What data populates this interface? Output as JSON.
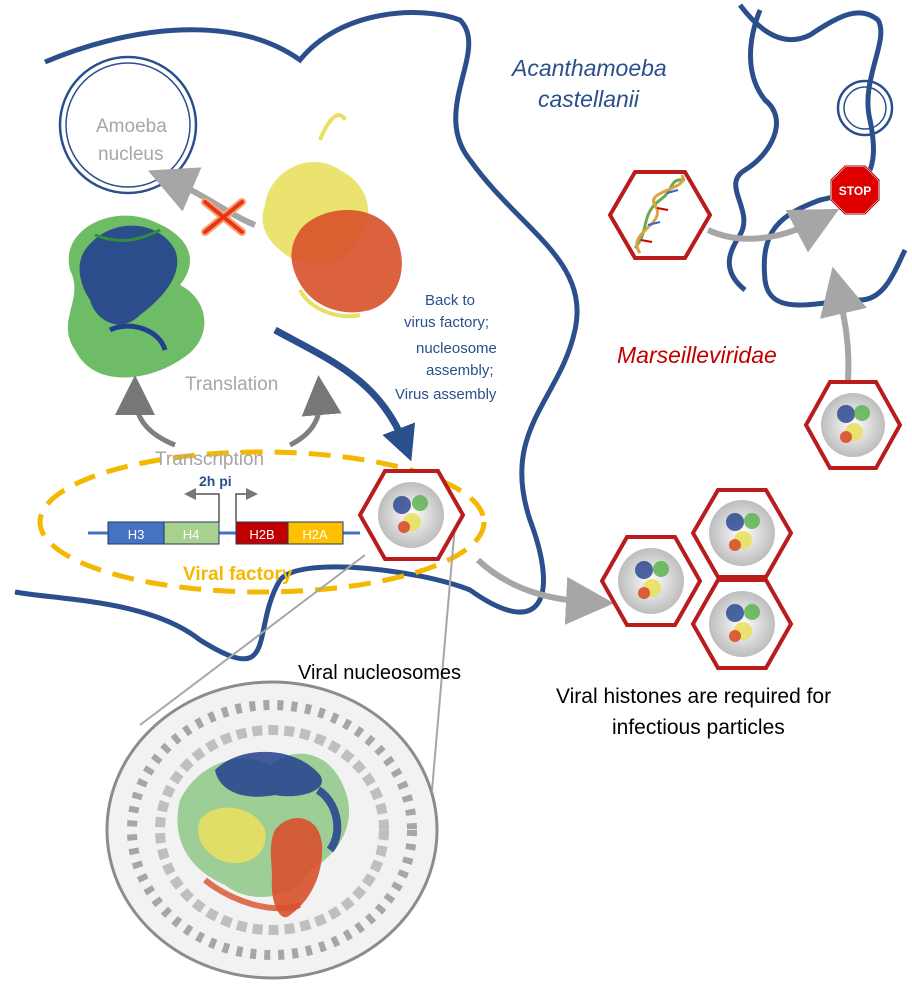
{
  "labels": {
    "host_name_line1": "Acanthamoeba",
    "host_name_line2": "castellanii",
    "nucleus_line1": "Amoeba",
    "nucleus_line2": "nucleus",
    "translation": "Translation",
    "transcription": "Transcription",
    "time_label": "2h pi",
    "viral_factory": "Viral factory",
    "back_line1": "Back to",
    "back_line2": "virus factory;",
    "back_line3": "nucleosome",
    "back_line4": "assembly;",
    "back_line5": "Virus assembly",
    "family": "Marseilleviridae",
    "stop_sign": "STOP",
    "viral_nucleosomes": "Viral nucleosomes",
    "required_line1": "Viral histones are required for",
    "required_line2": "infectious particles"
  },
  "genes": [
    "H3",
    "H4",
    "H2B",
    "H2A"
  ],
  "colors": {
    "membrane_blue": "#2b4f8c",
    "label_gray": "#a6a6a6",
    "factory_orange": "#f5b800",
    "hexagon_red": "#b81c1c",
    "family_red": "#c00000",
    "gene_h3": "#4472c4",
    "gene_h4": "#a9d18e",
    "gene_h2b": "#c00000",
    "gene_h2a": "#ffc000",
    "stop_red": "#e00000",
    "protein_blue": "#23408f",
    "protein_green": "#55b04a",
    "protein_yellow": "#e8e060",
    "protein_red": "#d8502a"
  },
  "icons": [
    "inhibition-x-icon",
    "stop-sign-icon",
    "dna-helix-icon",
    "nucleosome-icon"
  ]
}
